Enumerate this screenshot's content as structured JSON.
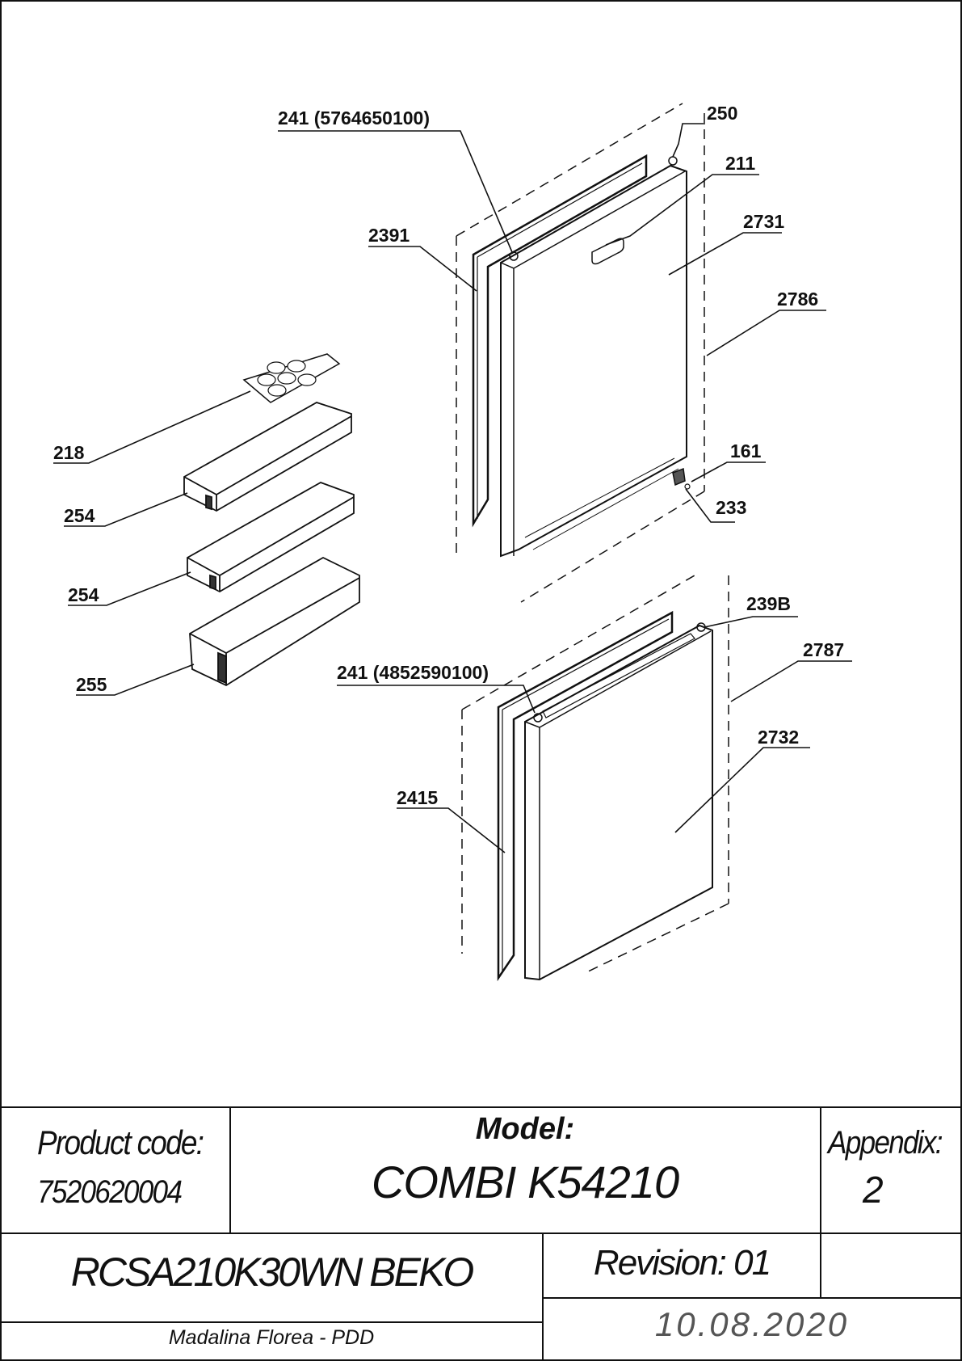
{
  "labels": {
    "l241a": "241 (5764650100)",
    "l250": "250",
    "l211": "211",
    "l2391": "2391",
    "l2731": "2731",
    "l2786": "2786",
    "l218": "218",
    "l254a": "254",
    "l254b": "254",
    "l255": "255",
    "l161": "161",
    "l233": "233",
    "l239b": "239B",
    "l2787": "2787",
    "l241b": "241 (4852590100)",
    "l2732": "2732",
    "l2415": "2415"
  },
  "title_block": {
    "product_code_label": "Product code:",
    "product_code": "7520620004",
    "model_label": "Model:",
    "model": "COMBI K54210",
    "appendix_label": "Appendix:",
    "appendix": "2",
    "product_name": "RCSA210K30WN BEKO",
    "revision": "Revision: 01",
    "author": "Madalina Florea - PDD",
    "date": "10.08.2020"
  }
}
